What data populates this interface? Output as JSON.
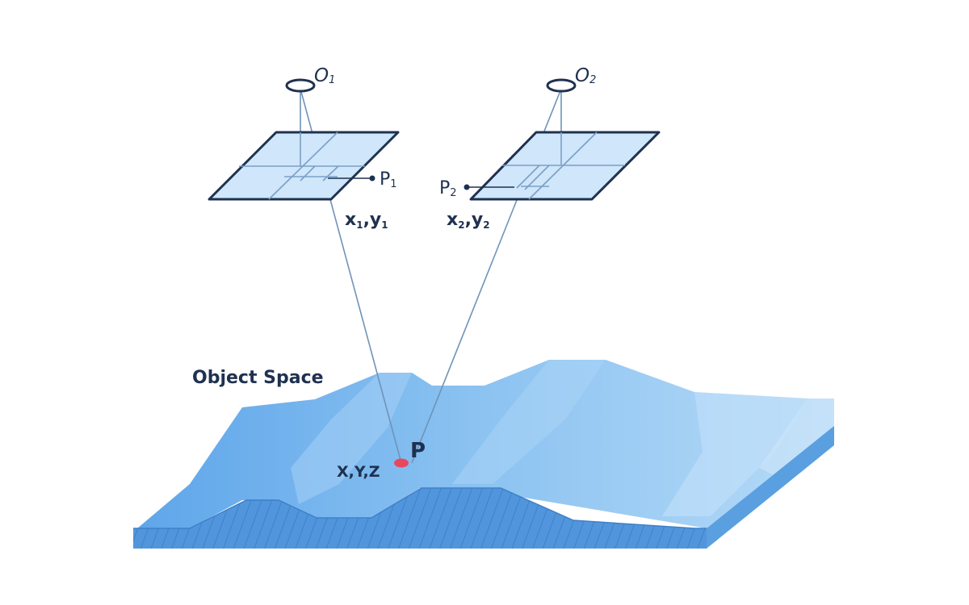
{
  "labels": {
    "o1_main": "O",
    "o1_sub": "1",
    "o2_main": "O",
    "o2_sub": "2",
    "p1_main": "P",
    "p1_sub": "1",
    "p2_main": "P",
    "p2_sub": "2",
    "xy1_x": "x",
    "xy1_x_sub": "1",
    "xy1_comma": ",",
    "xy1_y": "y",
    "xy1_y_sub": "1",
    "xy2_x": "x",
    "xy2_x_sub": "2",
    "xy2_comma": ",",
    "xy2_y": "y",
    "xy2_y_sub": "2",
    "object_space": "Object Space",
    "ground_point": "P",
    "ground_coords": "X,Y,Z"
  },
  "colors": {
    "dark": "#1f3150",
    "plane_fill": "#cfe6fb",
    "plane_line": "#7b9fc6",
    "ray": "#6f93b8",
    "terrain_top": "#79b9ee",
    "terrain_light": "#a9d3f6",
    "terrain_side": "#4a8fd6",
    "point": "#e8485e"
  }
}
